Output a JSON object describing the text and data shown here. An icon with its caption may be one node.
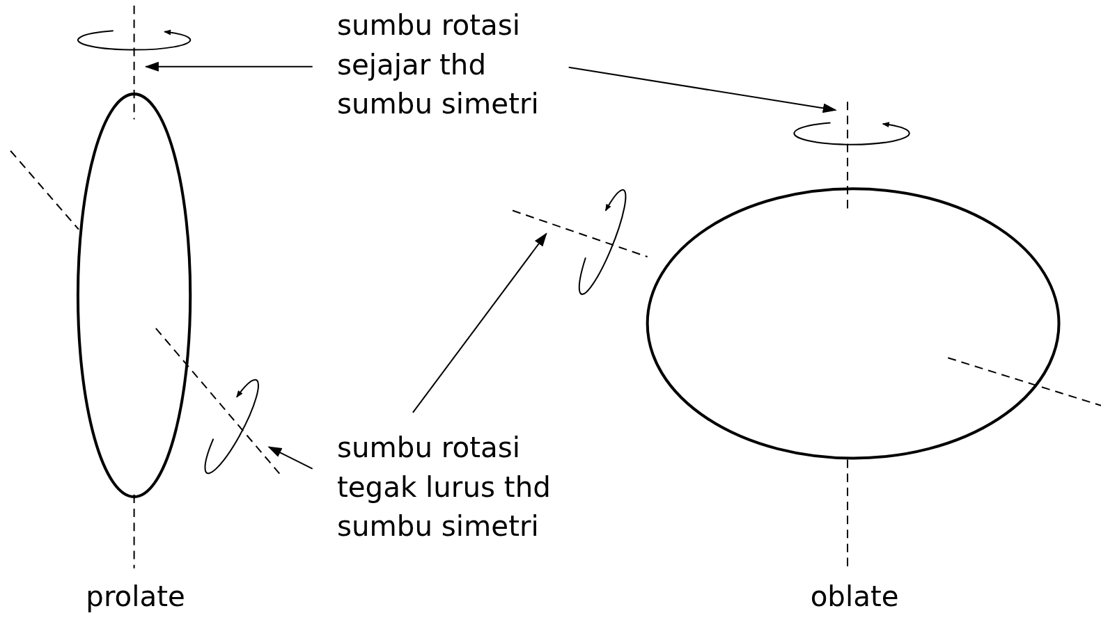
{
  "diagram": {
    "nodes": [
      {
        "text": [
          "sumbu rotasi sejajar thd sumbu simetri"
        ]
      },
      {
        "text": [
          "sumbu rotasi tegak lurus thd sumbu simetri"
        ]
      },
      {
        "text": [],
        "shape": "ellipse"
      },
      {
        "text": [],
        "shape": "ellipse"
      },
      {
        "text": [],
        "shape": "line"
      },
      {
        "text": [],
        "shape": "line"
      },
      {
        "text": [],
        "shape": "line"
      },
      {
        "text": [],
        "shape": "line"
      }
    ],
    "edges": [
      {
        "from": 0,
        "to": 4,
        "arrow": "to"
      },
      {
        "from": 0,
        "to": 6,
        "arrow": "to"
      },
      {
        "from": 1,
        "to": 7,
        "arrow": "to"
      },
      {
        "from": 1,
        "to": 5,
        "arrow": "to"
      }
    ],
    "labels": [
      "prolate",
      "oblate"
    ]
  }
}
